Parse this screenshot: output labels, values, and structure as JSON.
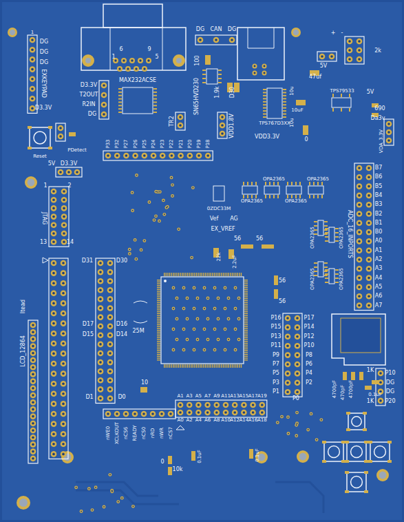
{
  "diagram": {
    "labels": [
      "1",
      "DG",
      "DG",
      "DG",
      "EXKEYPAD",
      "D3.3V",
      "DG",
      "CAN",
      "DG",
      "1",
      "6",
      "9",
      "5",
      "MAX232ACSE",
      "D3.3V",
      "T2OUT",
      "R2IN",
      "DG",
      "100",
      "SN65HVD230",
      "1.9k",
      "D30",
      "TR2",
      "VDD1.8V",
      "TPS767D3XX",
      "10u",
      "10u",
      "VDD3.3V",
      "0",
      "47uf",
      "10uF",
      "TPS79533",
      "+",
      "-",
      "5V",
      "2k",
      "5V",
      "690",
      "Da3v",
      "VDA_3.3V",
      "Reset",
      "PDetect",
      "5V",
      "D3.3V",
      "1",
      "2",
      "JTAG",
      "13",
      "14",
      "P33",
      "P32",
      "P27",
      "P26",
      "P25",
      "P24",
      "P23",
      "P22",
      "P21",
      "P20",
      "P19",
      "P18",
      "0ZDC33M",
      "Vef",
      "AG",
      "EX_VREF",
      "OPA2365",
      "OPA2365",
      "OPA2365",
      "OPA2365",
      "OPA2365",
      "OPA2365",
      "OPA2365",
      "OPA2365",
      "56",
      "56",
      "22k",
      "2.2uF",
      "56",
      "56",
      "ADC_16_INPORTS",
      "B7",
      "B6",
      "B5",
      "B4",
      "B3",
      "B2",
      "B1",
      "B0",
      "A0",
      "A1",
      "A2",
      "A3",
      "A4",
      "A5",
      "A6",
      "A7",
      "D31",
      "D30",
      "D17",
      "D16",
      "D15",
      "D14",
      "D1",
      "D0",
      "25M",
      "P16",
      "P17",
      "P15",
      "P14",
      "P13",
      "P12",
      "P11",
      "P10",
      "P9",
      "P8",
      "P7",
      "P6",
      "P5",
      "P4",
      "P3",
      "P2",
      "P1",
      "P0",
      "0.1uF",
      "1K",
      "1K",
      "P10",
      "DG",
      "DG",
      "P20",
      "4700pF",
      "470pF",
      "4700pF",
      "Itead",
      "LCD_12864",
      "A1",
      "A3",
      "A5",
      "A7",
      "A9",
      "A11",
      "A13",
      "A15",
      "A17",
      "A19",
      "A0",
      "A2",
      "A4",
      "A6",
      "A8",
      "A10",
      "A12",
      "A14",
      "A16",
      "A18",
      "nWE0",
      "XCLKOUT",
      "nCS6",
      "READY",
      "nCS0",
      "nRD",
      "nWR",
      "nCS7",
      "10",
      "0",
      "10k",
      "0.1uF",
      "0.1uF"
    ]
  }
}
